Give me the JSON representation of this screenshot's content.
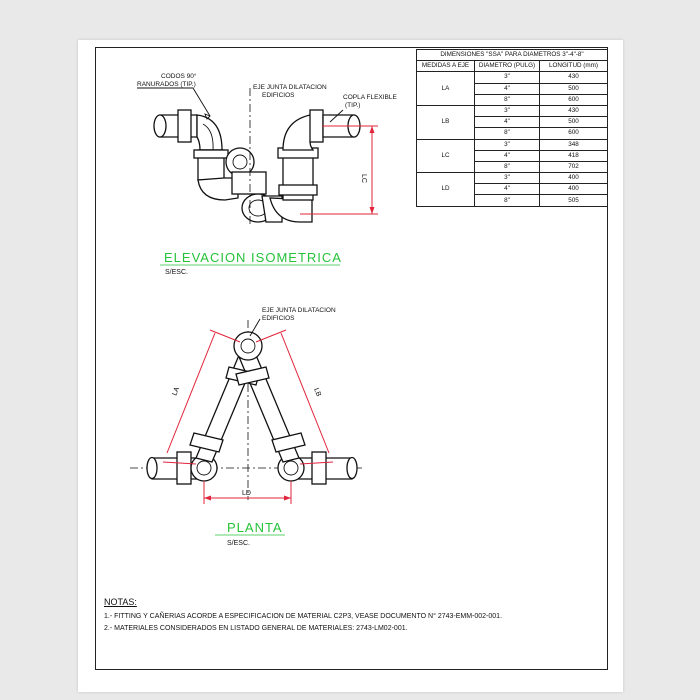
{
  "labels": {
    "codos": "CODOS 90°",
    "ranurados": "RANURADOS (TIP.)",
    "eje_junta_top_1": "EJE JUNTA DILATACION",
    "eje_junta_top_2": "EDIFICIOS",
    "copla_1": "COPLA FLEXIBLE",
    "copla_2": "(TIP.)",
    "lc": "LC",
    "eje_junta_plan_1": "EJE JUNTA DILATACION",
    "eje_junta_plan_2": "EDIFICIOS",
    "la": "LA",
    "lb": "LB",
    "ld": "LD"
  },
  "views": {
    "elevation_title": "ELEVACION ISOMETRICA",
    "elevation_scale": "S/ESC.",
    "plan_title": "PLANTA",
    "plan_scale": "S/ESC."
  },
  "table": {
    "title": "DIMENSIONES \"SSA\" PARA DIAMETROS 3\"-4\"-8\"",
    "headers": [
      "MEDIDAS A EJE",
      "DIAMETRO (PULG)",
      "LONGITUD (mm)"
    ],
    "groups": [
      {
        "name": "LA",
        "rows": [
          [
            "3\"",
            "430"
          ],
          [
            "4\"",
            "500"
          ],
          [
            "8\"",
            "600"
          ]
        ]
      },
      {
        "name": "LB",
        "rows": [
          [
            "3\"",
            "430"
          ],
          [
            "4\"",
            "500"
          ],
          [
            "8\"",
            "600"
          ]
        ]
      },
      {
        "name": "LC",
        "rows": [
          [
            "3\"",
            "348"
          ],
          [
            "4\"",
            "418"
          ],
          [
            "8\"",
            "702"
          ]
        ]
      },
      {
        "name": "LD",
        "rows": [
          [
            "3\"",
            "400"
          ],
          [
            "4\"",
            "400"
          ],
          [
            "8\"",
            "505"
          ]
        ]
      }
    ]
  },
  "notes": {
    "title": "NOTAS:",
    "items": [
      "1.- FITTING Y CAÑERIAS ACORDE A ESPECIFICACION DE MATERIAL C2P3, VEASE DOCUMENTO N° 2743-EMM-002-001.",
      "2.- MATERIALES CONSIDERADOS EN LISTADO GENERAL DE MATERIALES: 2743-LM02-001."
    ]
  },
  "colors": {
    "view_title": "#26c23a",
    "dimension_line": "#e0243a",
    "line": "#111111"
  }
}
